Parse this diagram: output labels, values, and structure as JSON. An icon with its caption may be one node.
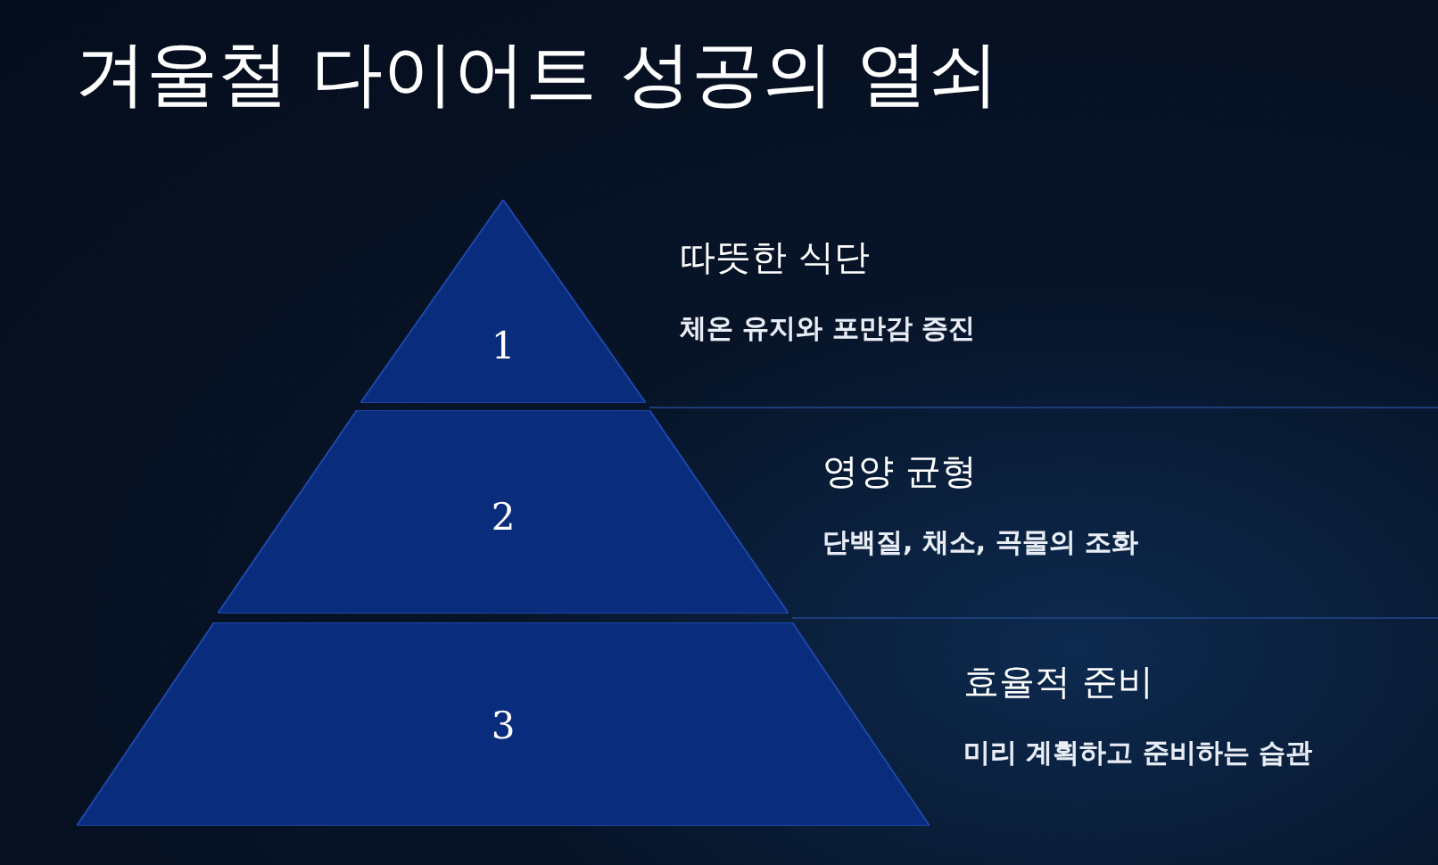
{
  "diagram": {
    "title": "겨울철 다이어트 성공의 열쇠",
    "nodes": [
      {
        "text": [
          "1"
        ],
        "beside": [
          "따뜻한 식단",
          "체온 유지와 포만감 증진"
        ]
      },
      {
        "text": [
          "2"
        ],
        "beside": [
          "영양 균형",
          "단백질, 채소, 곡물의 조화"
        ]
      },
      {
        "text": [
          "3"
        ],
        "beside": [
          "효율적 준비",
          "미리 계획하고 준비하는 습관"
        ]
      }
    ]
  }
}
